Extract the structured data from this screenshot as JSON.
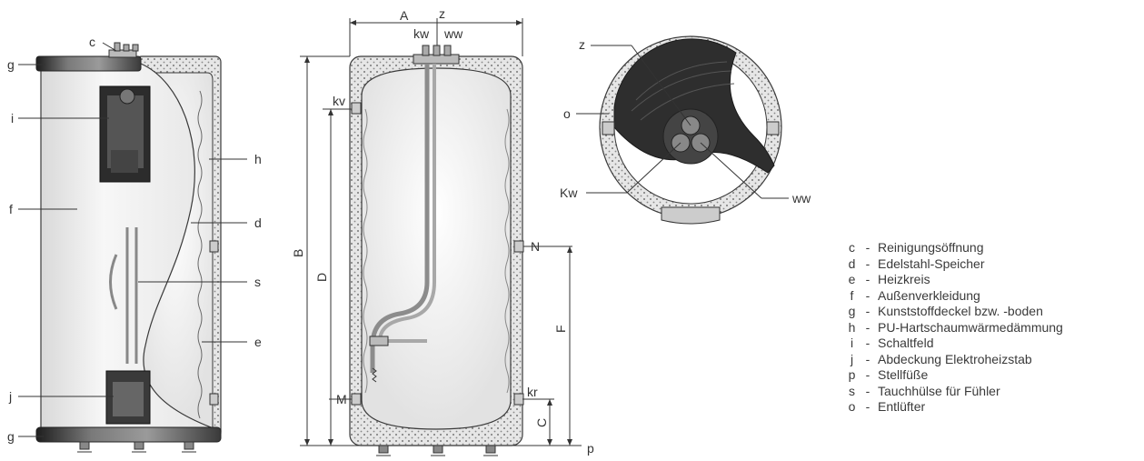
{
  "labels": {
    "side_c": "c",
    "side_g_top": "g",
    "side_i": "i",
    "side_h": "h",
    "side_f": "f",
    "side_d": "d",
    "side_s": "s",
    "side_e": "e",
    "side_j": "j",
    "side_g_bottom": "g",
    "dim_A": "A",
    "dim_z": "z",
    "dim_kw": "kw",
    "dim_ww": "ww",
    "dim_kv": "kv",
    "dim_B": "B",
    "dim_D": "D",
    "dim_N": "N",
    "dim_F": "F",
    "dim_M": "M",
    "dim_kr": "kr",
    "dim_C": "C",
    "dim_p": "p",
    "top_z": "z",
    "top_o": "o",
    "top_Kw": "Kw",
    "top_ww": "ww"
  },
  "legend": [
    {
      "key": "c",
      "text": "Reinigungsöffnung"
    },
    {
      "key": "d",
      "text": "Edelstahl-Speicher"
    },
    {
      "key": "e",
      "text": "Heizkreis"
    },
    {
      "key": "f",
      "text": "Außenverkleidung"
    },
    {
      "key": "g",
      "text": "Kunststoffdeckel bzw. -boden"
    },
    {
      "key": "h",
      "text": "PU-Hartschaumwärmedämmung"
    },
    {
      "key": "i",
      "text": "Schaltfeld"
    },
    {
      "key": "j",
      "text": "Abdeckung Elektroheizstab"
    },
    {
      "key": "p",
      "text": "Stellfüße"
    },
    {
      "key": "s",
      "text": "Tauchhülse für Fühler"
    },
    {
      "key": "o",
      "text": "Entlüfter"
    }
  ],
  "colors": {
    "stroke": "#3a3a3a",
    "shell": "#eeeeee",
    "insulation": "#dcdcdc",
    "dark": "#2b2b2b",
    "pipe": "#9a9a9a"
  }
}
